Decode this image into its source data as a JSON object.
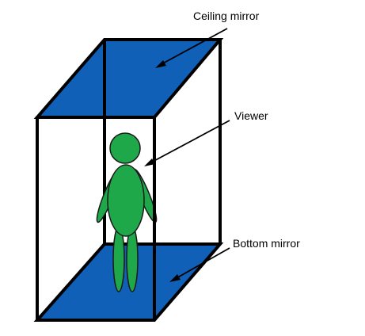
{
  "labels": {
    "ceiling": "Ceiling mirror",
    "viewer": "Viewer",
    "bottom": "Bottom mirror"
  },
  "colors": {
    "mirror": "#1060b8",
    "figure": "#1fa84a",
    "figure_outline": "#1a1a1a",
    "frame": "#000000"
  }
}
